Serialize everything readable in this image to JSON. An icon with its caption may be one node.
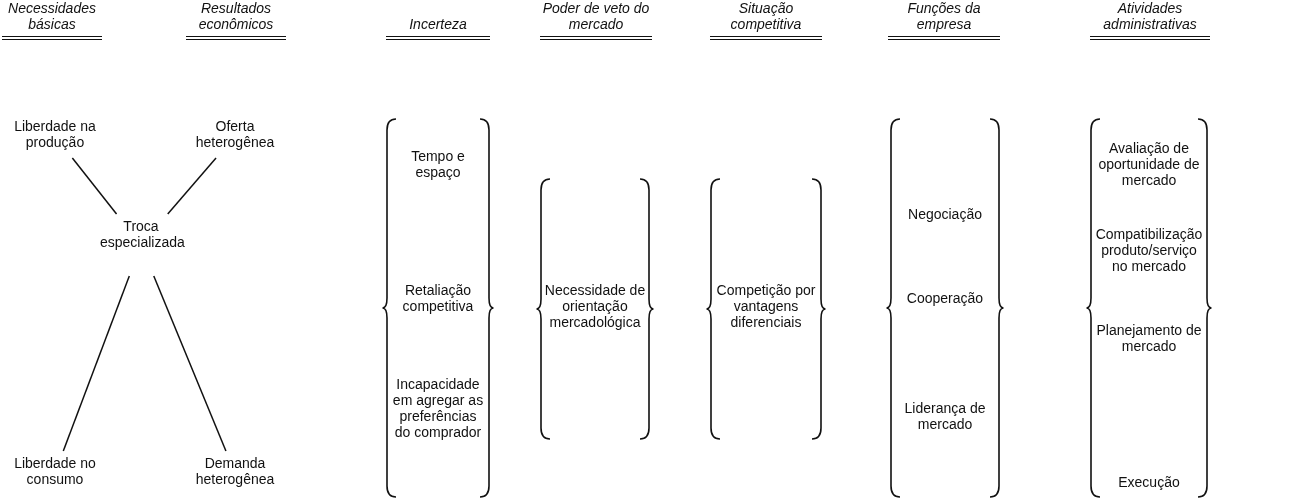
{
  "diagram": {
    "nodes": [
      {
        "text": [
          "Liberdade na produção"
        ]
      },
      {
        "text": [
          "Oferta heterogênea"
        ]
      },
      {
        "text": [
          "Troca especializada"
        ]
      },
      {
        "text": [
          "Liberdade no consumo"
        ]
      },
      {
        "text": [
          "Demanda heterogênea"
        ]
      },
      {
        "text": [],
        "shape": "brace"
      },
      {
        "text": [
          "Tempo e espaço"
        ],
        "in": 5
      },
      {
        "text": [
          "Retaliação competitiva"
        ],
        "in": 5
      },
      {
        "text": [
          "Incapacidade em agregar as preferências do comprador"
        ],
        "in": 5
      },
      {
        "text": [],
        "shape": "brace"
      },
      {
        "text": [
          "Necessidade de orientação mercadológica"
        ],
        "in": 9
      },
      {
        "text": [],
        "shape": "brace"
      },
      {
        "text": [
          "Competição por vantagens diferenciais"
        ],
        "in": 11
      },
      {
        "text": [],
        "shape": "brace"
      },
      {
        "text": [
          "Negociação"
        ],
        "in": 13
      },
      {
        "text": [
          "Cooperação"
        ],
        "in": 13
      },
      {
        "text": [
          "Liderança de mercado"
        ],
        "in": 13
      },
      {
        "text": [],
        "shape": "brace"
      },
      {
        "text": [
          "Avaliação de oportunidade de mercado"
        ],
        "in": 17
      },
      {
        "text": [
          "Compatibilização produto/serviço no mercado"
        ],
        "in": 17
      },
      {
        "text": [
          "Planejamento de mercado"
        ],
        "in": 17
      },
      {
        "text": [
          "Execução"
        ],
        "in": 17
      }
    ],
    "edges": [
      {
        "from": 0,
        "to": 2,
        "arrow": "none"
      },
      {
        "from": 1,
        "to": 2,
        "arrow": "none"
      },
      {
        "from": 3,
        "to": 2,
        "arrow": "none"
      },
      {
        "from": 4,
        "to": 2,
        "arrow": "none"
      }
    ],
    "labels": [
      "Necessidades básicas",
      "Resultados econômicos",
      "Incerteza",
      "Poder de veto do mercado",
      "Situação competitiva",
      "Funções da empresa",
      "Atividades administrativas"
    ]
  }
}
